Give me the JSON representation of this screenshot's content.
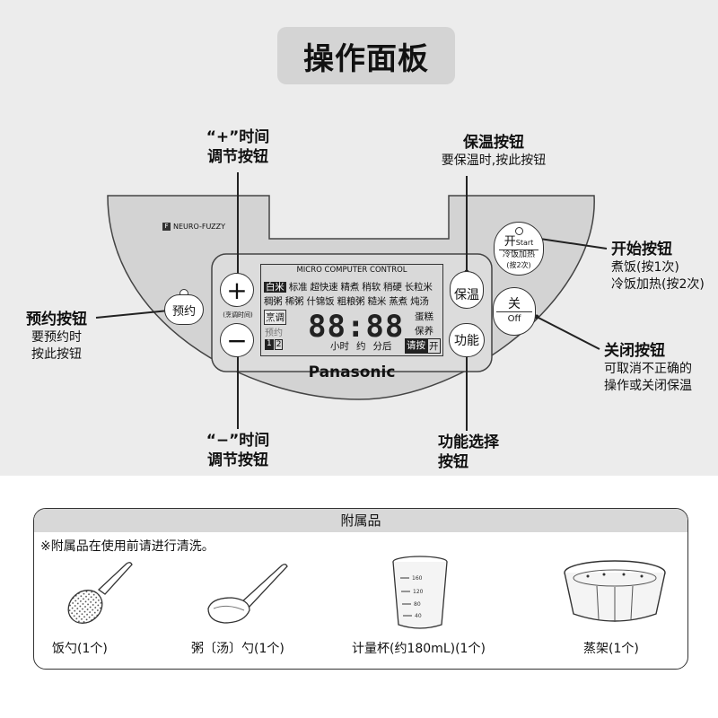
{
  "header": {
    "title": "操作面板"
  },
  "panel": {
    "brand": "Panasonic",
    "neuro_logo": "NEURO-FUZZY",
    "lcd_header": "MICRO COMPUTER CONTROL",
    "menu_row1": [
      "白米",
      "标准",
      "超快速",
      "精煮",
      "稍软",
      "稍硬",
      "长粒米"
    ],
    "menu_row2": [
      "稠粥",
      "稀粥",
      "什锦饭",
      "粗粮粥",
      "糙米",
      "蒸煮",
      "炖汤"
    ],
    "menu_row3_right": "蛋糕",
    "menu_row4_right": "保养",
    "cook_label": "烹调",
    "reserve_label": "预约",
    "mode_labels": [
      "1",
      "2"
    ],
    "digits": "88:88",
    "time_row": [
      "小时",
      "约",
      "分后"
    ],
    "press_label": "请按",
    "press_open": "开",
    "plus_symbol": "+",
    "minus_symbol": "−",
    "time_adjust_label": "(烹调时间)",
    "reserve_button": "预约",
    "keepwarm_button": "保温",
    "function_button": "功能",
    "start_button_big": "开",
    "start_button_en": "Start",
    "start_button_line2": "冷饭加热",
    "start_button_line3": "(按2次)",
    "off_button_big": "关",
    "off_button_en": "Off"
  },
  "callouts": {
    "plus": {
      "title1": "“+”时间",
      "title2": "调节按钮"
    },
    "minus": {
      "title1": "“−”时间",
      "title2": "调节按钮"
    },
    "keepwarm": {
      "title": "保温按钮",
      "desc": "要保温时,按此按钮"
    },
    "start": {
      "title": "开始按钮",
      "desc1": "煮饭(按1次)",
      "desc2": "冷饭加热(按2次)"
    },
    "reserve": {
      "title": "预约按钮",
      "desc1": "要预约时",
      "desc2": "按此按钮"
    },
    "off": {
      "title": "关闭按钮",
      "desc1": "可取消不正确的",
      "desc2": "操作或关闭保温"
    },
    "function": {
      "title1": "功能选择",
      "title2": "按钮"
    }
  },
  "accessories": {
    "title": "附属品",
    "note": "※附属品在使用前请进行清洗。",
    "items": [
      {
        "label": "饭勺(1个)",
        "icon": "rice-paddle-icon"
      },
      {
        "label": "粥〔汤〕勺(1个)",
        "icon": "soup-ladle-icon"
      },
      {
        "label": "计量杯(约180mL)(1个)",
        "icon": "measuring-cup-icon"
      },
      {
        "label": "蒸架(1个)",
        "icon": "steam-basket-icon"
      }
    ],
    "cup_marks": [
      "160",
      "120",
      "80",
      "40"
    ]
  }
}
